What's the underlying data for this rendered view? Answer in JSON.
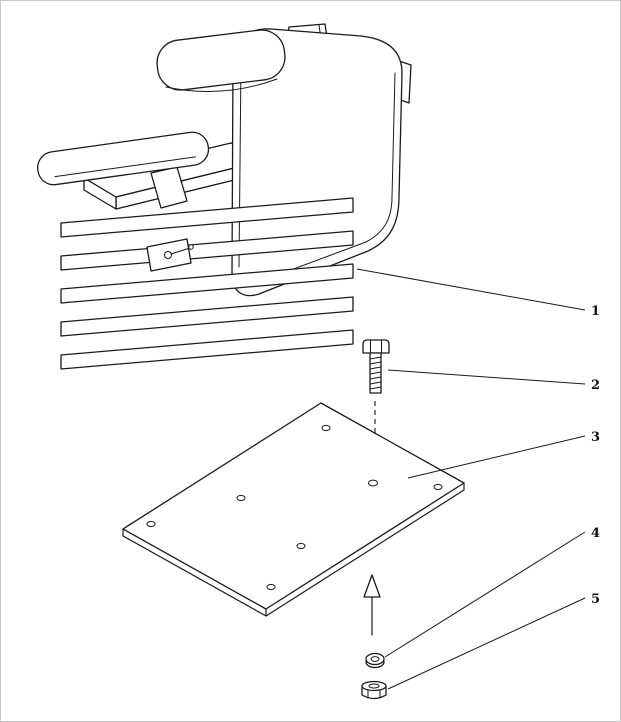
{
  "figure": {
    "callouts": [
      {
        "label": "1"
      },
      {
        "label": "2"
      },
      {
        "label": "3"
      },
      {
        "label": "4"
      },
      {
        "label": "5"
      }
    ]
  },
  "colors": {
    "line": "#1a1a1a",
    "background": "#ffffff"
  }
}
